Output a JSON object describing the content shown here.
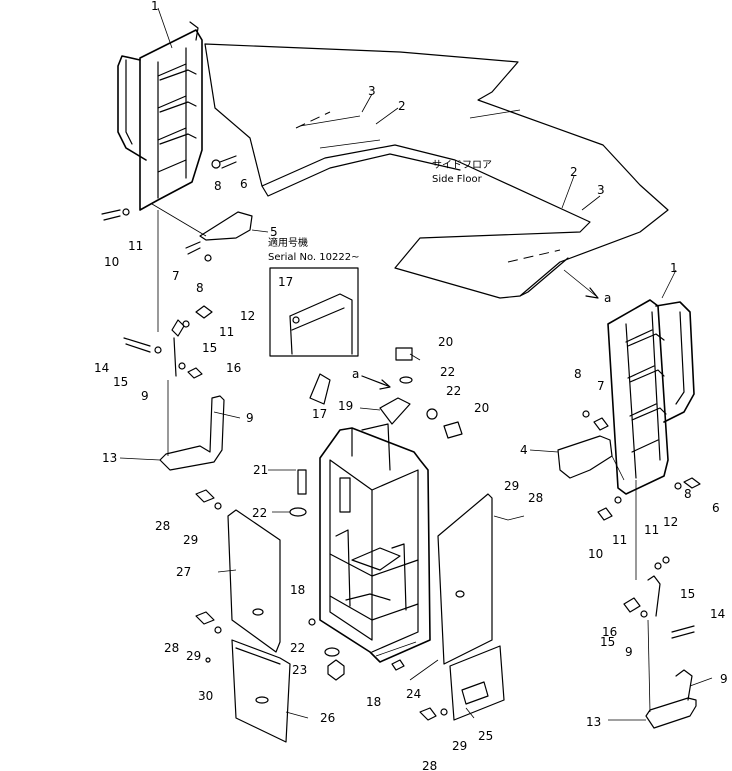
{
  "callouts": {
    "n1a": "1",
    "n1b": "1",
    "n2a": "2",
    "n2b": "2",
    "n3a": "3",
    "n3b": "3",
    "n4": "4",
    "n5": "5",
    "n6a": "6",
    "n6b": "6",
    "n7a": "7",
    "n7b": "7",
    "n8a": "8",
    "n8b": "8",
    "n8c": "8",
    "n8d": "8",
    "n9a": "9",
    "n9b": "9",
    "n9c": "9",
    "n9d": "9",
    "n10a": "10",
    "n10b": "10",
    "n11a": "11",
    "n11b": "11",
    "n11c": "11",
    "n11d": "11",
    "n12a": "12",
    "n12b": "12",
    "n13a": "13",
    "n13b": "13",
    "n14a": "14",
    "n14b": "14",
    "n15a": "15",
    "n15b": "15",
    "n15c": "15",
    "n15d": "15",
    "n16a": "16",
    "n16b": "16",
    "n17a": "17",
    "n17b": "17",
    "n18a": "18",
    "n18b": "18",
    "n19": "19",
    "n20a": "20",
    "n20b": "20",
    "n21": "21",
    "n22a": "22",
    "n22b": "22",
    "n22c": "22",
    "n22d": "22",
    "n23": "23",
    "n24": "24",
    "n25": "25",
    "n26": "26",
    "n27": "27",
    "n28a": "28",
    "n28b": "28",
    "n28c": "28",
    "n28d": "28",
    "n29a": "29",
    "n29b": "29",
    "n29c": "29",
    "n29d": "29",
    "n30": "30"
  },
  "labels": {
    "side_floor_jp": "サイドフロア",
    "side_floor_en": "Side Floor",
    "applicable_jp": "適用号機",
    "serial": "Serial No. 10222~",
    "view_a1": "a",
    "view_a2": "a"
  }
}
